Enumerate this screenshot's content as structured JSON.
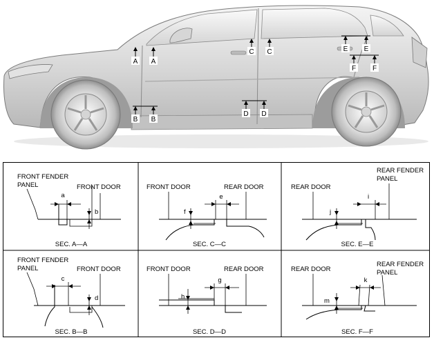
{
  "callouts": {
    "A": "A",
    "B": "B",
    "C": "C",
    "D": "D",
    "E": "E",
    "F": "F"
  },
  "sections": [
    {
      "key": "AA",
      "title": "SEC. A—A",
      "left_label": [
        "FRONT FENDER",
        "PANEL"
      ],
      "right_label": [
        "FRONT DOOR"
      ],
      "gap_label": "a",
      "flush_label": "b"
    },
    {
      "key": "CC",
      "title": "SEC. C—C",
      "left_label": [
        "FRONT DOOR"
      ],
      "right_label": [
        "REAR DOOR"
      ],
      "gap_label": "e",
      "flush_label": "f"
    },
    {
      "key": "EE",
      "title": "SEC. E—E",
      "left_label": [
        "REAR DOOR"
      ],
      "right_label": [
        "REAR FENDER",
        "PANEL"
      ],
      "gap_label": "i",
      "flush_label": "j"
    },
    {
      "key": "BB",
      "title": "SEC. B—B",
      "left_label": [
        "FRONT FENDER",
        "PANEL"
      ],
      "right_label": [
        "FRONT DOOR"
      ],
      "gap_label": "c",
      "flush_label": "d"
    },
    {
      "key": "DD",
      "title": "SEC. D—D",
      "left_label": [
        "FRONT DOOR"
      ],
      "right_label": [
        "REAR DOOR"
      ],
      "gap_label": "g",
      "flush_label": "h"
    },
    {
      "key": "FF",
      "title": "SEC. F—F",
      "left_label": [
        "REAR DOOR"
      ],
      "right_label": [
        "REAR FENDER",
        "PANEL"
      ],
      "gap_label": "k",
      "flush_label": "m"
    }
  ]
}
